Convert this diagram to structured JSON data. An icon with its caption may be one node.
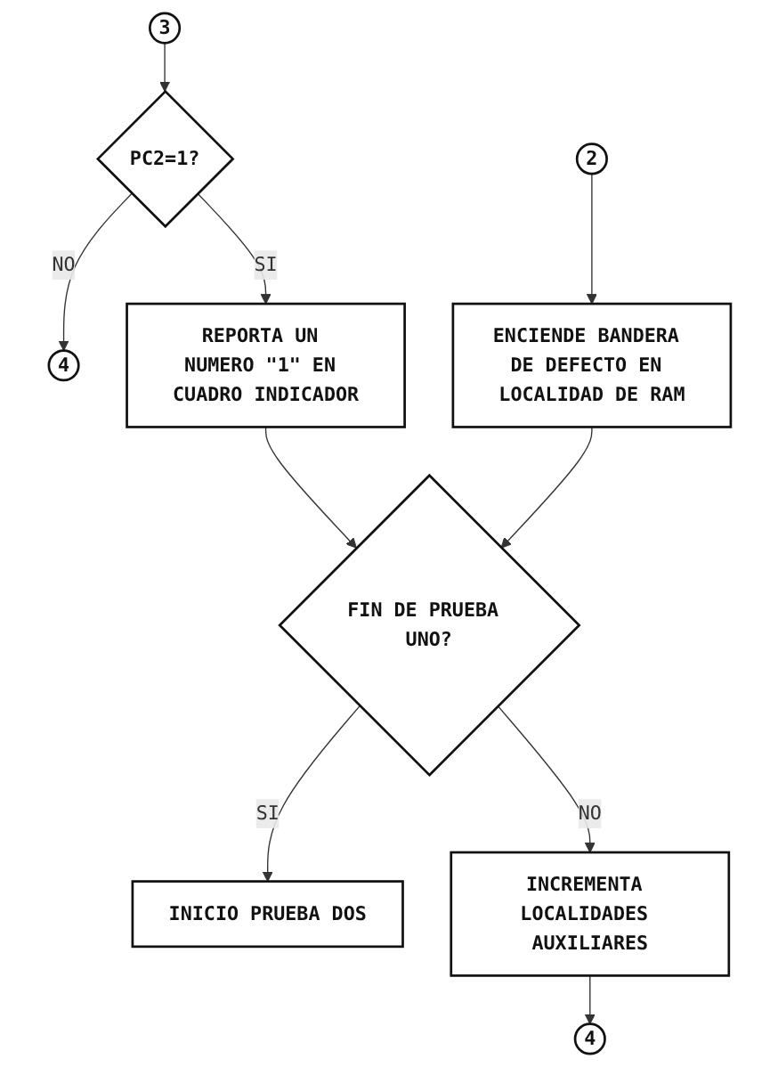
{
  "diagram": {
    "nodes": [
      {
        "text": [
          "3"
        ]
      },
      {
        "text": [
          "2"
        ]
      },
      {
        "text": [
          "PC2=1?"
        ]
      },
      {
        "text": [
          "4"
        ]
      },
      {
        "text": [
          "ENCIENDE BANDERA DE DEFECTO EN LOCALIDAD DE RAM"
        ]
      },
      {
        "text": [
          "REPORTA UN NUMERO \"1\" EN CUADRO INDICADOR"
        ]
      },
      {
        "text": [
          "FIN DE PRUEBA UNO?"
        ]
      },
      {
        "text": [
          "INICIO PRUEBA DOS"
        ]
      },
      {
        "text": [
          "INCREMENTA LOCALIDADES AUXILIARES"
        ]
      },
      {
        "text": [
          "4"
        ]
      }
    ],
    "edges": [
      {
        "from": 0,
        "to": 2,
        "arrow": "to"
      },
      {
        "from": 2,
        "to": 3,
        "arrow": "to",
        "label": "NO"
      },
      {
        "from": 2,
        "to": 5,
        "arrow": "to",
        "label": "SI"
      },
      {
        "from": 1,
        "to": 4,
        "arrow": "to"
      },
      {
        "from": 5,
        "to": 6,
        "arrow": "to"
      },
      {
        "from": 4,
        "to": 6,
        "arrow": "to"
      },
      {
        "from": 6,
        "to": 7,
        "arrow": "to",
        "label": "SI"
      },
      {
        "from": 6,
        "to": 8,
        "arrow": "to",
        "label": "NO"
      },
      {
        "from": 8,
        "to": 9,
        "arrow": "to"
      }
    ]
  }
}
